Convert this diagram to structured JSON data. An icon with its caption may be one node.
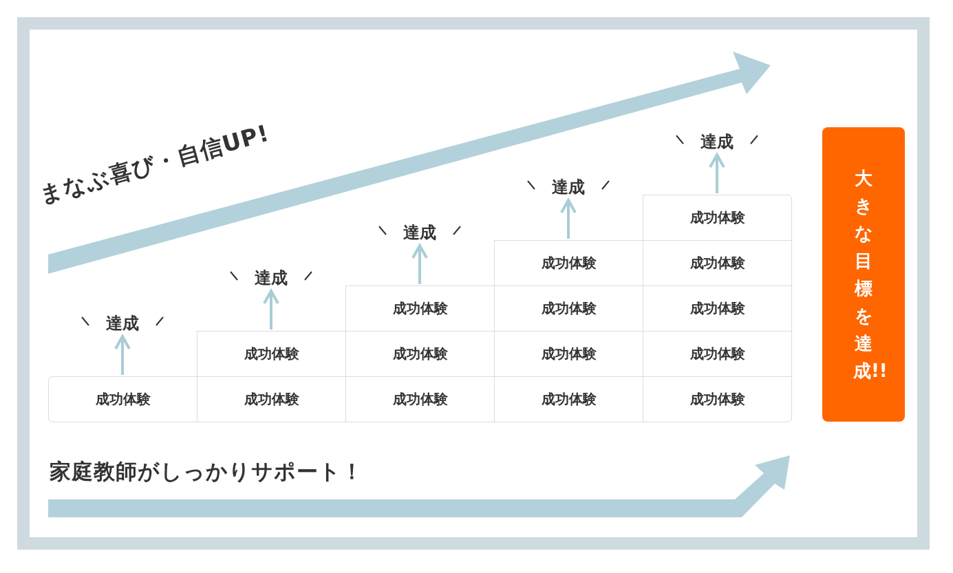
{
  "diagram": {
    "nodes": [
      {
        "text": [
          "達成"
        ]
      },
      {
        "text": [
          "成功体験"
        ]
      },
      {
        "text": [
          "達成"
        ]
      },
      {
        "text": [
          "成功体験"
        ]
      },
      {
        "text": [
          "成功体験"
        ]
      },
      {
        "text": [
          "達成"
        ]
      },
      {
        "text": [
          "成功体験"
        ]
      },
      {
        "text": [
          "成功体験"
        ]
      },
      {
        "text": [
          "成功体験"
        ]
      },
      {
        "text": [
          "達成"
        ]
      },
      {
        "text": [
          "成功体験"
        ]
      },
      {
        "text": [
          "成功体験"
        ]
      },
      {
        "text": [
          "成功体験"
        ]
      },
      {
        "text": [
          "成功体験"
        ]
      },
      {
        "text": [
          "達成"
        ]
      },
      {
        "text": [
          "成功体験"
        ]
      },
      {
        "text": [
          "成功体験"
        ]
      },
      {
        "text": [
          "成功体験"
        ]
      },
      {
        "text": [
          "成功体験"
        ]
      },
      {
        "text": [
          "成功体験"
        ]
      },
      {
        "text": [
          "大きな目標を達成!!"
        ]
      }
    ],
    "edges": [
      {
        "from": 1,
        "to": 0,
        "arrow": "to"
      },
      {
        "from": 3,
        "to": 2,
        "arrow": "to"
      },
      {
        "from": 6,
        "to": 5,
        "arrow": "to"
      },
      {
        "from": 10,
        "to": 9,
        "arrow": "to"
      },
      {
        "from": 15,
        "to": 14,
        "arrow": "to"
      }
    ],
    "labels": [
      "まなぶ喜び・自信UP!",
      "家庭教師がしっかりサポート！"
    ]
  }
}
